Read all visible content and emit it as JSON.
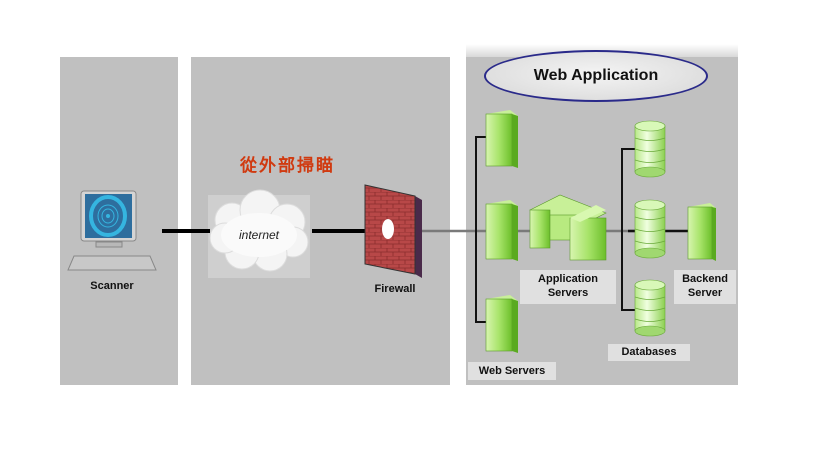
{
  "title": "Web Application",
  "annotation": "從外部掃瞄",
  "nodes": {
    "scanner": "Scanner",
    "internet": "internet",
    "firewall": "Firewall",
    "web_servers": "Web Servers",
    "application_servers": [
      "Application",
      "Servers"
    ],
    "databases": "Databases",
    "backend_server": [
      "Backend",
      "Server"
    ]
  },
  "colors": {
    "panel": "#c0c0c0",
    "server_green": "#9ee05a",
    "firewall_red": "#b84040",
    "annotation_red": "#d03a10",
    "ellipse_border": "#2a2a8a",
    "screen_blue": "#2e6e9e"
  },
  "connections": [
    {
      "from": "scanner",
      "to": "internet"
    },
    {
      "from": "internet",
      "to": "firewall",
      "arrow": true
    },
    {
      "from": "firewall",
      "to": "web_servers"
    },
    {
      "from": "web_servers",
      "to": "application_servers"
    },
    {
      "from": "application_servers",
      "to": "databases"
    },
    {
      "from": "databases",
      "to": "backend_server"
    }
  ]
}
